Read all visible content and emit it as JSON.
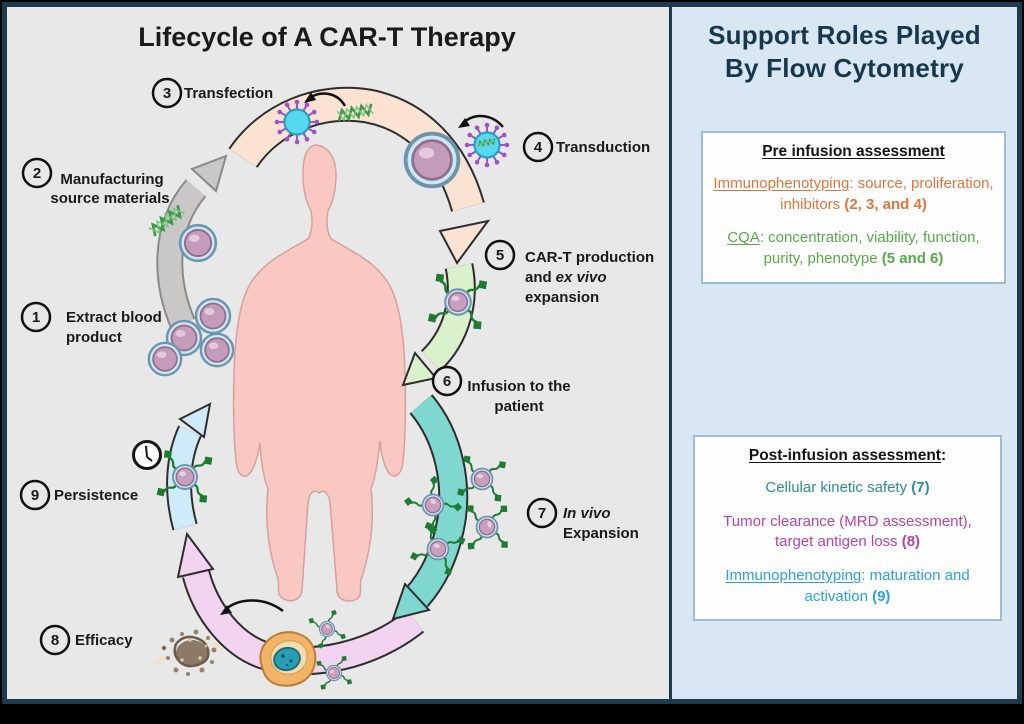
{
  "left": {
    "title": "Lifecycle of A CAR-T Therapy",
    "steps": [
      {
        "num": "1",
        "lines": [
          "Extract blood",
          "product"
        ]
      },
      {
        "num": "2",
        "lines": [
          "Manufacturing",
          "source materials"
        ]
      },
      {
        "num": "3",
        "lines": [
          "Transfection"
        ]
      },
      {
        "num": "4",
        "lines": [
          "Transduction"
        ]
      },
      {
        "num": "5",
        "lines": [
          "CAR-T production",
          "and",
          "ex vivo",
          "expansion"
        ]
      },
      {
        "num": "6",
        "lines": [
          "Infusion to the",
          "patient"
        ]
      },
      {
        "num": "7",
        "lines": [
          "In vivo",
          "Expansion"
        ]
      },
      {
        "num": "8",
        "lines": [
          "Efficacy"
        ]
      },
      {
        "num": "9",
        "lines": [
          "Persistence"
        ]
      }
    ]
  },
  "right": {
    "title_lines": [
      "Support Roles Played",
      "By Flow Cytometry"
    ],
    "pre_box": {
      "heading": "Pre infusion assessment",
      "items": [
        {
          "lead": "Immunophenotyping",
          "rest": ": source, proliferation, inhibitors ",
          "bold": "(2, 3, and 4)"
        },
        {
          "lead": "CQA",
          "rest": ": concentration, viability, function, purity, phenotype ",
          "bold": "(5 and 6)"
        }
      ]
    },
    "post_box": {
      "heading": "Post-infusion assessment",
      "heading_suffix": ":",
      "items": [
        {
          "lead": "",
          "rest": "Cellular kinetic safety ",
          "bold": "(7)"
        },
        {
          "lead": "",
          "rest": "Tumor clearance (MRD assessment), target antigen loss ",
          "bold": "(8)"
        },
        {
          "lead": "Immunophenotyping",
          "rest": ": maturation and activation ",
          "bold": "(9)"
        }
      ]
    }
  },
  "colors": {
    "frame_navy": "#1d3b4e",
    "left_bg": "#e8e8e8",
    "right_bg": "#d9e7f3",
    "title_navy": "#17374c",
    "text_orange": "#e0763c",
    "text_green": "#56ab47",
    "text_teal": "#2e8e93",
    "text_magenta": "#b545a8",
    "text_cyan": "#2ba3d8",
    "arc_peach": "#fbe2d2",
    "arc_gray": "#c9c8c7",
    "arc_green": "#d9f2cb",
    "arc_teal": "#7fd8d0",
    "arc_pink": "#f2d4f0",
    "arc_blue": "#cfeafa",
    "body_pink": "#f9c8c2",
    "cell_mauve": "#c49cba",
    "cell_rim_blue": "#cfe7f5",
    "virus_cyan": "#55d8f0",
    "virus_spike_purple": "#9e52c8",
    "receptor_green": "#1e7c32",
    "tumor_orange": "#f3b469",
    "tumor_nucleus_teal": "#2a9db4"
  }
}
